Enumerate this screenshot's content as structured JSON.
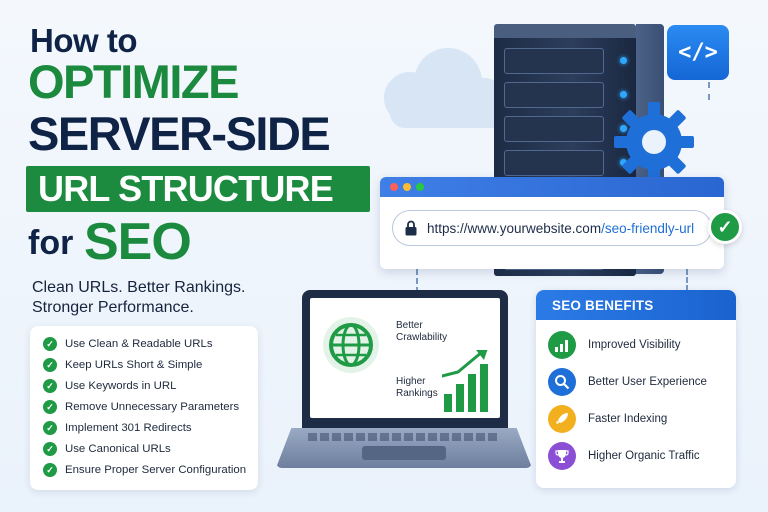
{
  "headline": {
    "line1": "How to",
    "line2": "OPTIMIZE",
    "line3": "SERVER-SIDE",
    "line4": "URL STRUCTURE",
    "line5_prefix": "for",
    "line5_emphasis": "SEO"
  },
  "tagline": {
    "line1": "Clean URLs. Better Rankings.",
    "line2": "Stronger Performance."
  },
  "checklist": [
    "Use Clean & Readable URLs",
    "Keep URLs Short & Simple",
    "Use Keywords in URL",
    "Remove Unnecessary Parameters",
    "Implement 301 Redirects",
    "Use Canonical URLs",
    "Ensure Proper Server Configuration"
  ],
  "browser": {
    "url_domain": "https://www.yourwebsite.com",
    "url_path": "/seo-friendly-url"
  },
  "code_icon": "</>",
  "laptop": {
    "label_top": [
      "Better",
      "Crawlability"
    ],
    "label_bottom": [
      "Higher",
      "Rankings"
    ]
  },
  "benefits": {
    "title": "SEO BENEFITS",
    "items": [
      {
        "label": "Improved Visibility",
        "icon": "chart-icon",
        "color": "#1f9a45"
      },
      {
        "label": "Better User Experience",
        "icon": "magnifier-icon",
        "color": "#1f6fd8"
      },
      {
        "label": "Faster Indexing",
        "icon": "rocket-icon",
        "color": "#f2b01e"
      },
      {
        "label": "Higher Organic Traffic",
        "icon": "trophy-icon",
        "color": "#8b4fd6"
      }
    ]
  },
  "colors": {
    "navy": "#0f2346",
    "green": "#1b8a3e",
    "blue": "#2a7be6"
  }
}
